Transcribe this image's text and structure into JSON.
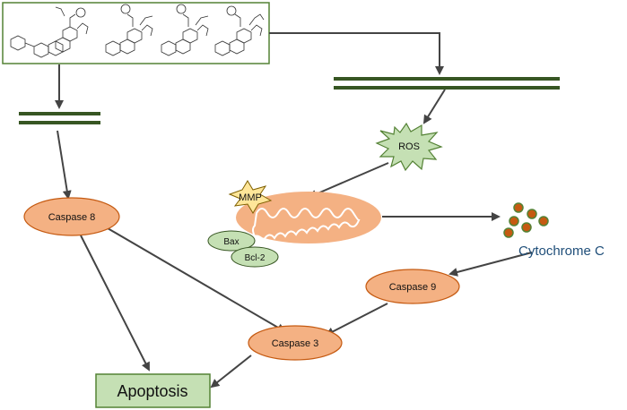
{
  "nodes": {
    "ros": "ROS",
    "mmp": "MMP",
    "caspase8": "Caspase 8",
    "caspase9": "Caspase 9",
    "caspase3": "Caspase 3",
    "bax": "Bax",
    "bcl2": "Bcl-2",
    "cytochrome": "Cytochrome C",
    "apoptosis": "Apoptosis"
  },
  "colors": {
    "caspase_fill": "#f4b183",
    "caspase_stroke": "#c55a11",
    "green_box_fill": "#c5e0b4",
    "green_box_stroke": "#548235",
    "membrane": "#375623",
    "ros_fill": "#c5e0b4",
    "mmp_fill": "#ffe699",
    "cyto_dot": "#c55a11",
    "cyto_dot_stroke": "#548235",
    "cyto_text": "#1f4e79",
    "arrow": "#444444"
  }
}
